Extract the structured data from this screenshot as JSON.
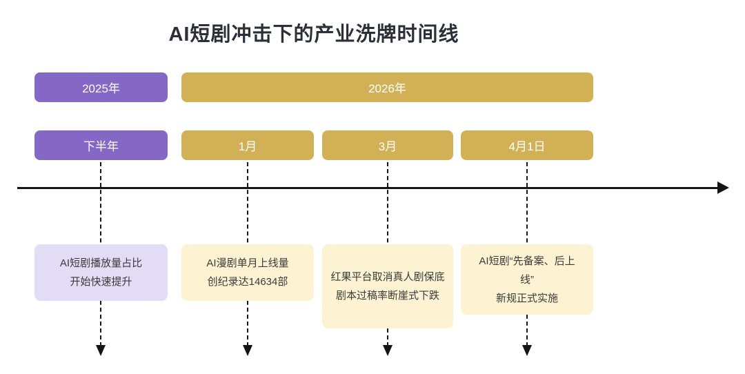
{
  "title": "AI短剧冲击下的产业洗牌时间线",
  "colors": {
    "purple": "#8568c6",
    "gold": "#d2b055",
    "light_purple": "#e2dcf5",
    "light_yellow": "#fdf3d2",
    "bar_text": "#ffffff",
    "box_text": "#3a3a3a",
    "line": "#151515",
    "title_text": "#2b2f38"
  },
  "timeline": {
    "years": [
      {
        "label": "2025年",
        "theme": "purple"
      },
      {
        "label": "2026年",
        "theme": "gold"
      }
    ],
    "periods": [
      {
        "label": "下半年",
        "theme": "purple"
      },
      {
        "label": "1月",
        "theme": "gold"
      },
      {
        "label": "3月",
        "theme": "gold"
      },
      {
        "label": "4月1日",
        "theme": "gold"
      }
    ],
    "events": [
      {
        "theme": "light_purple",
        "lines": [
          "AI短剧播放量占比",
          "开始快速提升"
        ]
      },
      {
        "theme": "light_yellow",
        "lines": [
          "AI漫剧单月上线量",
          "创纪录达14634部"
        ]
      },
      {
        "theme": "light_yellow",
        "lines": [
          "红果平台取消真人剧保底",
          "剧本过稿率断崖式下跌"
        ]
      },
      {
        "theme": "light_yellow",
        "lines": [
          "AI短剧“先备案、后上",
          "线”",
          "新规正式实施"
        ]
      }
    ]
  }
}
